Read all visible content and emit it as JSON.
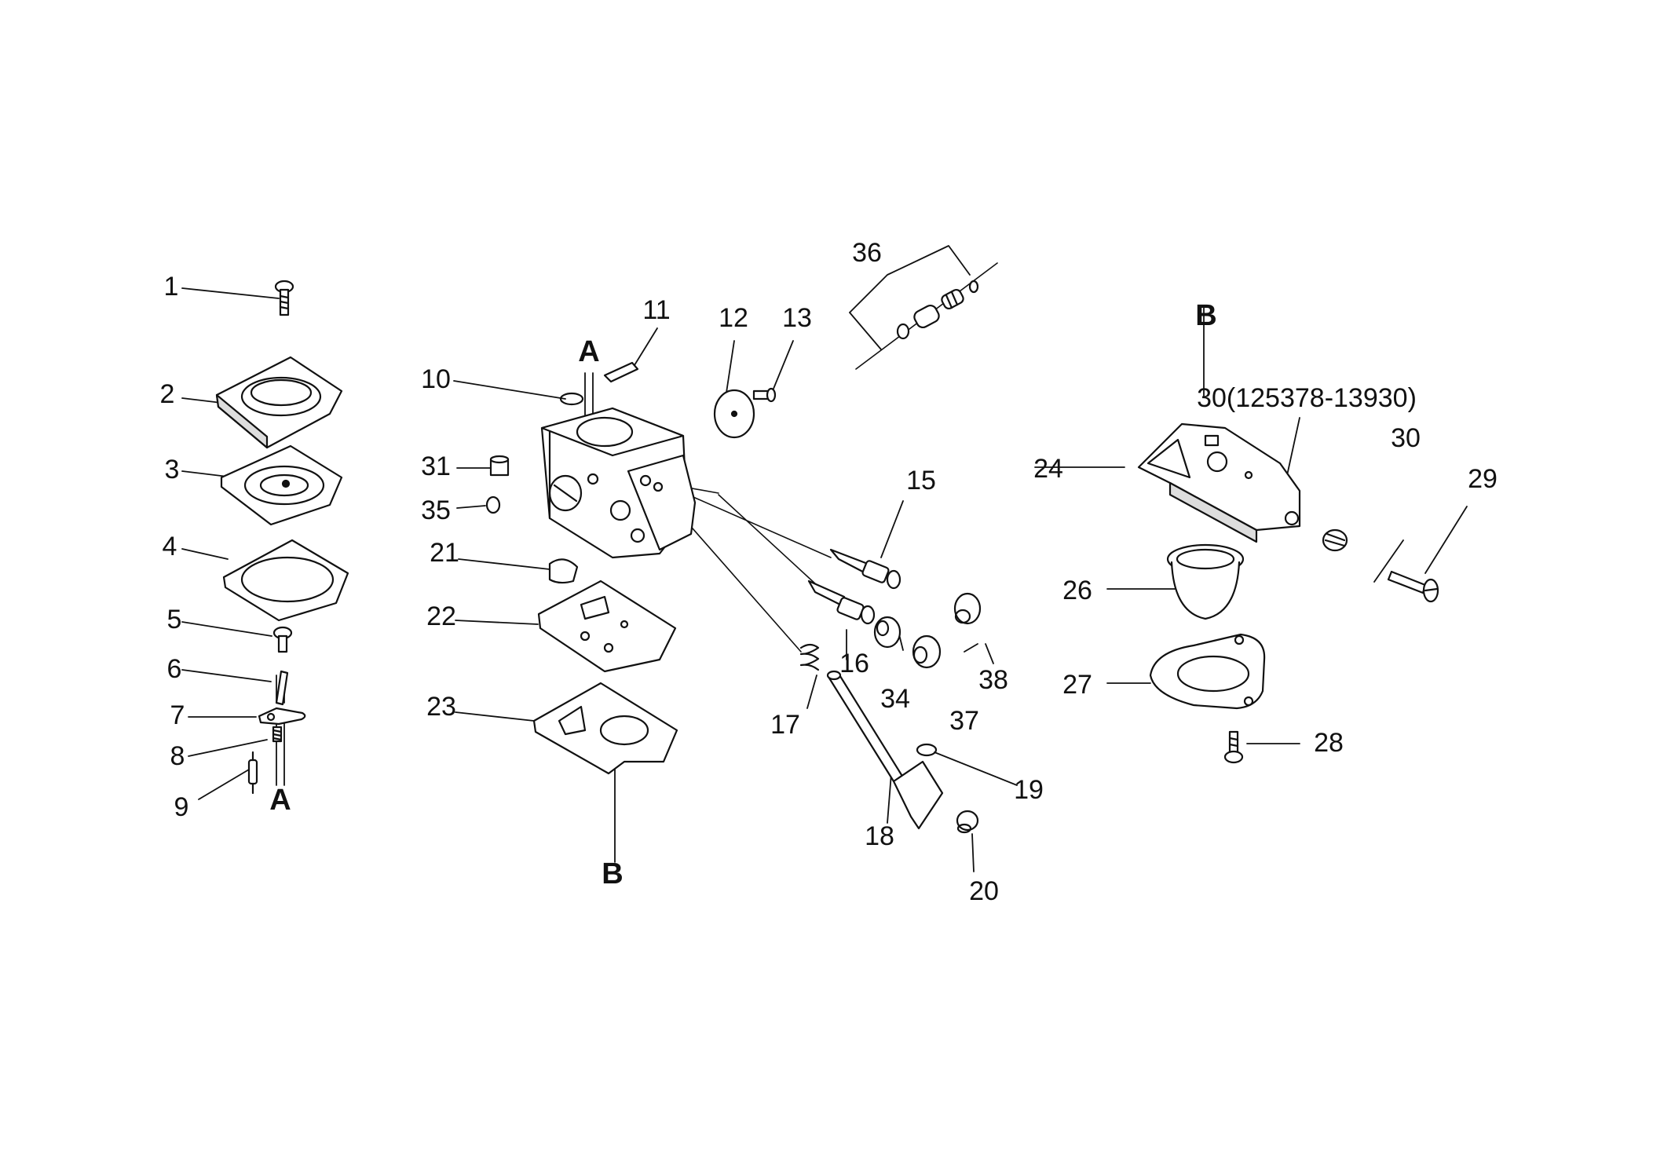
{
  "callouts": {
    "c1": "1",
    "c2": "2",
    "c3": "3",
    "c4": "4",
    "c5": "5",
    "c6": "6",
    "c7": "7",
    "c8": "8",
    "c9": "9",
    "c10": "10",
    "c11": "11",
    "c12": "12",
    "c13": "13",
    "c15": "15",
    "c16": "16",
    "c17": "17",
    "c18": "18",
    "c19": "19",
    "c20": "20",
    "c21": "21",
    "c22": "22",
    "c23": "23",
    "c24": "24",
    "c26": "26",
    "c27": "27",
    "c28": "28",
    "c29": "29",
    "c30": "30",
    "c30ref": "30(125378-13930)",
    "c31": "31",
    "c34": "34",
    "c35": "35",
    "c36": "36",
    "c37": "37",
    "c38": "38"
  },
  "refs": {
    "a_top": "A",
    "a_bottom": "A",
    "b_top": "B",
    "b_bottom": "B"
  },
  "colors": {
    "ink": "#111111",
    "paper": "#ffffff",
    "fill": "#e6e6e6"
  }
}
